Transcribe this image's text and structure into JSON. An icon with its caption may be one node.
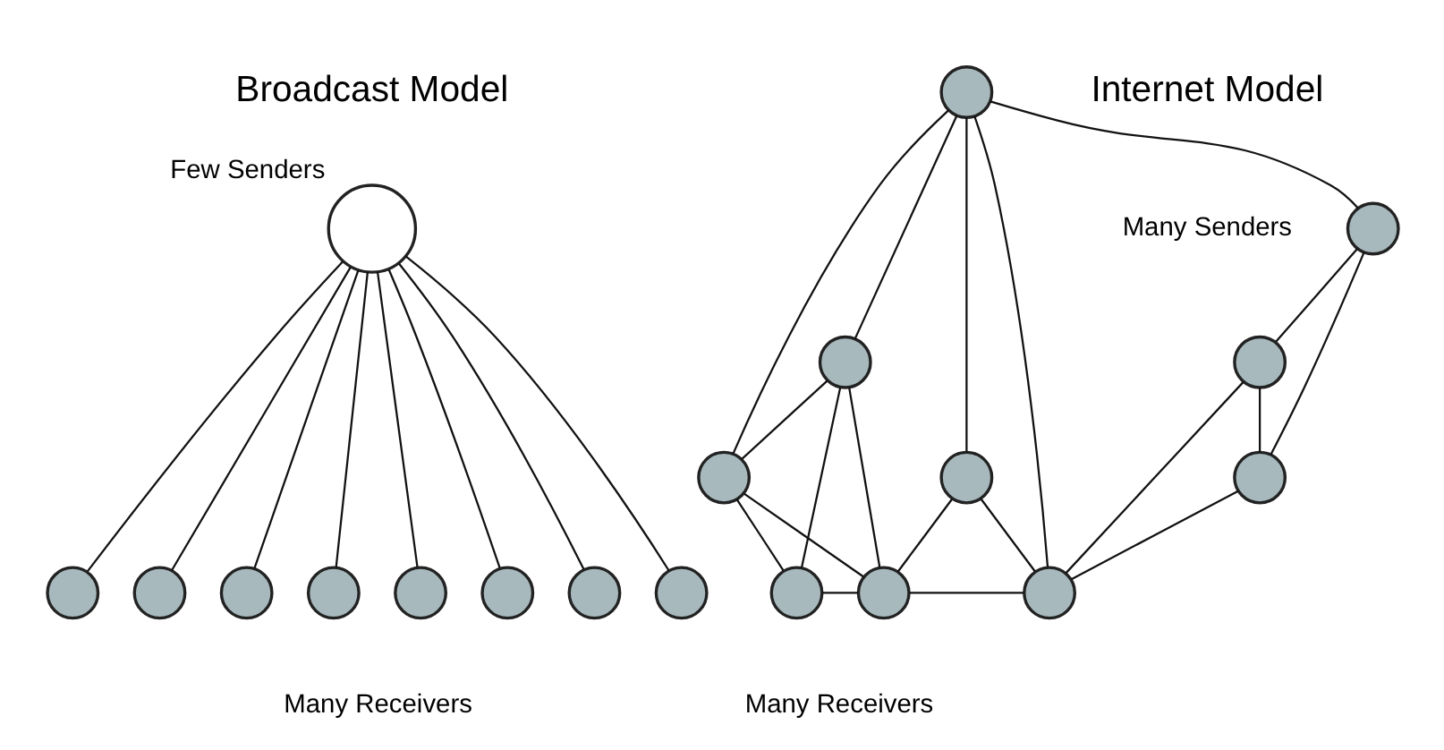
{
  "diagram": {
    "nodes": [
      {
        "text": [],
        "shape": "circle",
        "beside": [
          "Few Senders"
        ]
      },
      {
        "text": [],
        "shape": "circle"
      },
      {
        "text": [],
        "shape": "circle"
      },
      {
        "text": [],
        "shape": "circle"
      },
      {
        "text": [],
        "shape": "circle"
      },
      {
        "text": [],
        "shape": "circle"
      },
      {
        "text": [],
        "shape": "circle"
      },
      {
        "text": [],
        "shape": "circle"
      },
      {
        "text": [],
        "shape": "circle"
      },
      {
        "text": [],
        "shape": "circle"
      },
      {
        "text": [],
        "shape": "circle"
      },
      {
        "text": [],
        "shape": "circle"
      },
      {
        "text": [],
        "shape": "circle"
      },
      {
        "text": [],
        "shape": "circle"
      },
      {
        "text": [],
        "shape": "circle"
      },
      {
        "text": [],
        "shape": "circle"
      },
      {
        "text": [],
        "shape": "circle"
      },
      {
        "text": [],
        "shape": "circle"
      },
      {
        "text": [],
        "shape": "circle"
      }
    ],
    "edges": [
      {
        "from": 0,
        "to": 1,
        "arrow": "none"
      },
      {
        "from": 0,
        "to": 2,
        "arrow": "none"
      },
      {
        "from": 0,
        "to": 3,
        "arrow": "none"
      },
      {
        "from": 0,
        "to": 4,
        "arrow": "none"
      },
      {
        "from": 0,
        "to": 5,
        "arrow": "none"
      },
      {
        "from": 0,
        "to": 6,
        "arrow": "none"
      },
      {
        "from": 0,
        "to": 7,
        "arrow": "none"
      },
      {
        "from": 0,
        "to": 8,
        "arrow": "none"
      },
      {
        "from": 10,
        "to": 9,
        "arrow": "none"
      },
      {
        "from": 9,
        "to": 11,
        "arrow": "none"
      },
      {
        "from": 9,
        "to": 16,
        "arrow": "none"
      },
      {
        "from": 10,
        "to": 12,
        "arrow": "none"
      },
      {
        "from": 10,
        "to": 14,
        "arrow": "none"
      },
      {
        "from": 10,
        "to": 13,
        "arrow": "none"
      },
      {
        "from": 10,
        "to": 18,
        "arrow": "none"
      },
      {
        "from": 11,
        "to": 18,
        "arrow": "none"
      },
      {
        "from": 11,
        "to": 16,
        "arrow": "none"
      },
      {
        "from": 12,
        "to": 14,
        "arrow": "none"
      },
      {
        "from": 12,
        "to": 15,
        "arrow": "none"
      },
      {
        "from": 12,
        "to": 17,
        "arrow": "none"
      },
      {
        "from": 14,
        "to": 15,
        "arrow": "none"
      },
      {
        "from": 14,
        "to": 17,
        "arrow": "none"
      },
      {
        "from": 13,
        "to": 17,
        "arrow": "none"
      },
      {
        "from": 13,
        "to": 18,
        "arrow": "none"
      },
      {
        "from": 15,
        "to": 17,
        "arrow": "none"
      },
      {
        "from": 17,
        "to": 18,
        "arrow": "none"
      },
      {
        "from": 16,
        "to": 18,
        "arrow": "none"
      }
    ],
    "labels": [
      "Broadcast Model",
      "Internet Model",
      "Many Senders",
      "Many Receivers",
      "Many Receivers"
    ]
  }
}
